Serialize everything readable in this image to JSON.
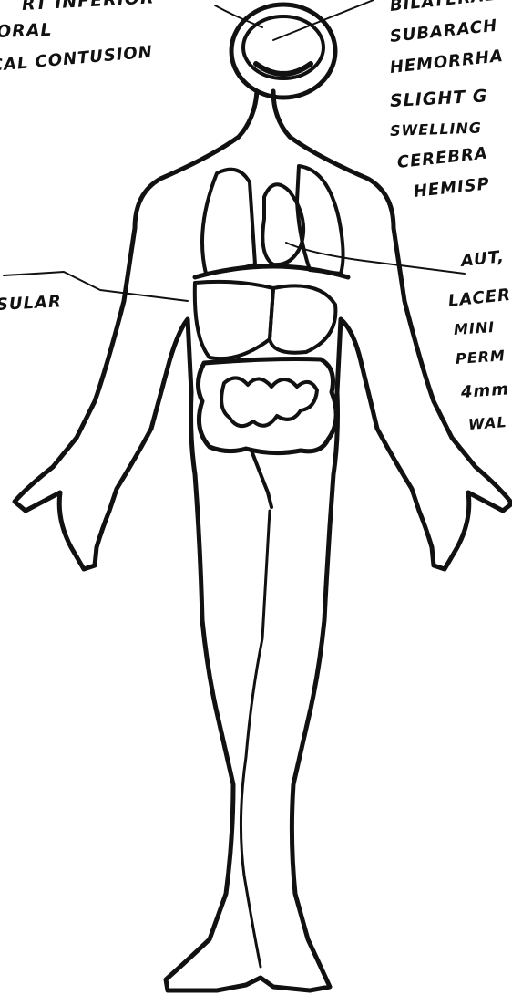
{
  "colors": {
    "ink": "#111111",
    "paper": "#ffffff"
  },
  "annotations": {
    "left_top": [
      "RT INFERIOR",
      "ORAL",
      "CAL CONTUSION"
    ],
    "left_mid": "SULAR",
    "right_head": [
      "BILATERAL",
      "SUBARACH",
      "HEMORRHA",
      "SLIGHT G",
      "SWELLING",
      "CEREBRA",
      "HEMISP"
    ],
    "right_abdomen": [
      "AUT,",
      "LACER",
      "MINI",
      "PERM",
      "4mm",
      "WAL"
    ]
  }
}
